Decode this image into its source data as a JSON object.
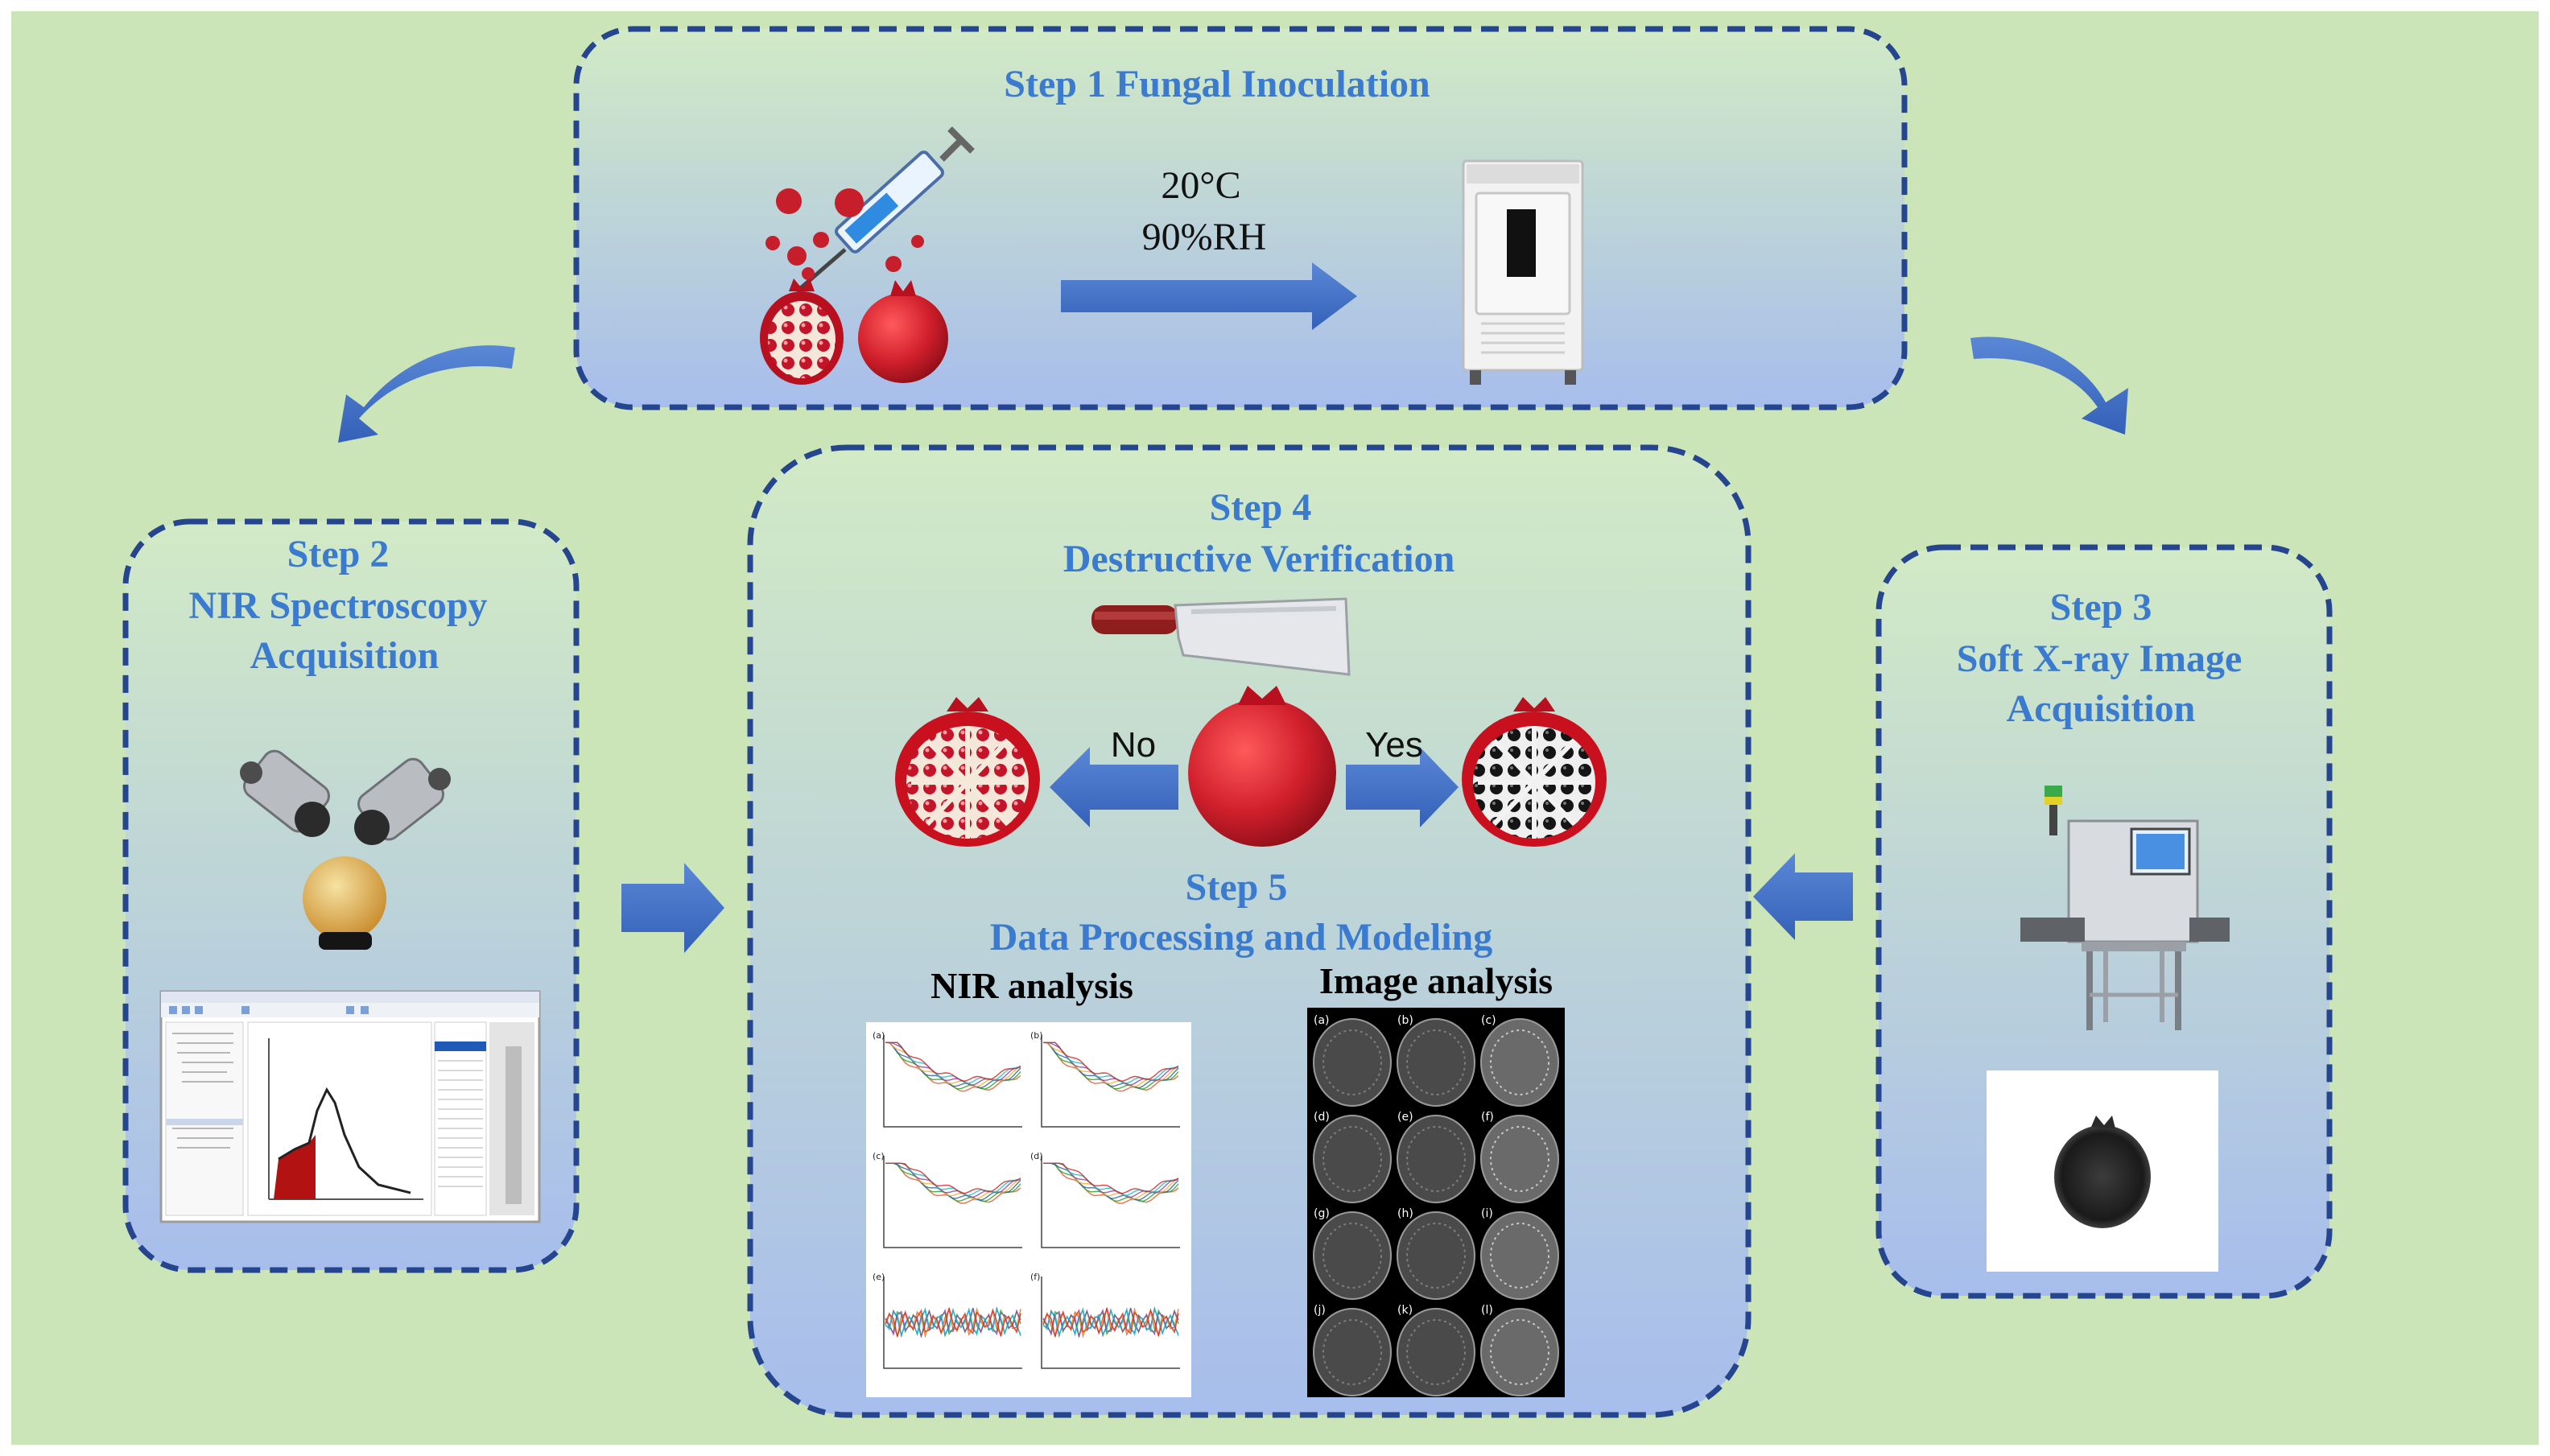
{
  "step1": {
    "title": "Step 1  Fungal Inoculation",
    "temperature": "20°C",
    "humidity": "90%RH"
  },
  "step2": {
    "line1": "Step  2",
    "line2": "NIR Spectroscopy",
    "line3": "Acquisition"
  },
  "step3": {
    "line1": "Step  3",
    "line2": "Soft X-ray Image",
    "line3": "Acquisition"
  },
  "step4": {
    "line1": "Step  4",
    "line2": "Destructive Verification",
    "no_label": "No",
    "yes_label": "Yes"
  },
  "step5": {
    "line1": "Step  5",
    "line2": "Data Processing and Modeling",
    "nir_label": "NIR analysis",
    "image_label": "Image analysis"
  },
  "image_panels": [
    "(a)",
    "(b)",
    "(c)",
    "(d)",
    "(e)",
    "(f)",
    "(g)",
    "(h)",
    "(i)",
    "(j)",
    "(k)",
    "(l)"
  ],
  "nir_panels": [
    "(a)",
    "(b)",
    "(c)",
    "(d)",
    "(e)",
    "(f)"
  ],
  "colors": {
    "background": "#cbe5b8",
    "box_top": "#cfe8c2",
    "box_bottom": "#a9bfeb",
    "dash_border": "#25458f",
    "title_blue": "#3a7bd0",
    "arrow_blue": "#3f6fc4",
    "pomegranate_red": "#d01f2c"
  }
}
